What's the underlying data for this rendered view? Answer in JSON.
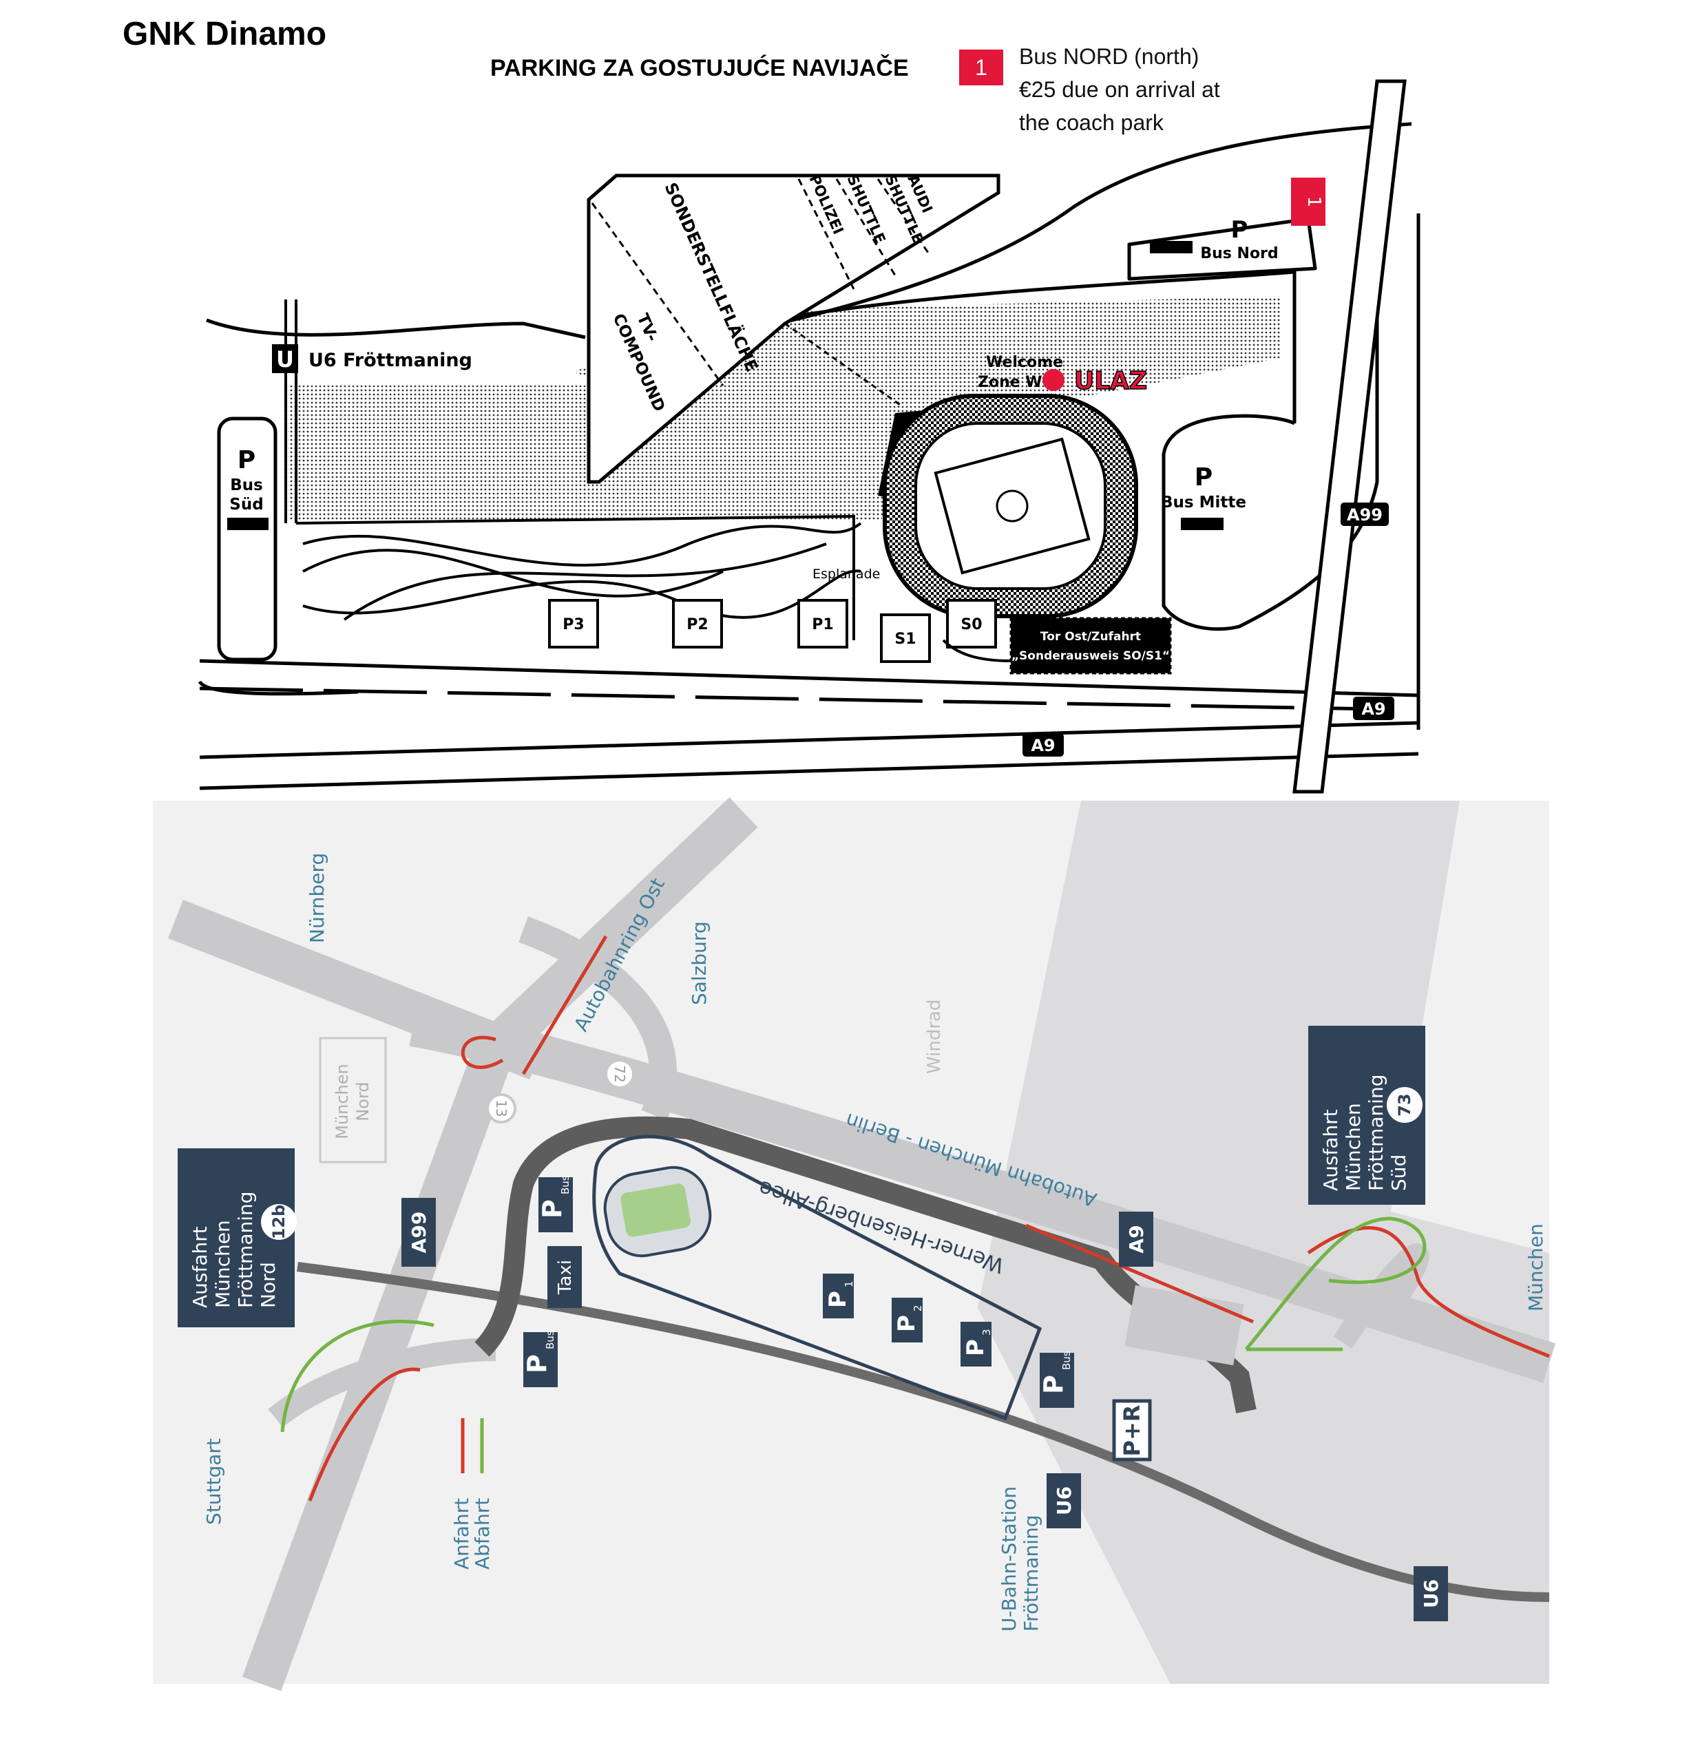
{
  "header": {
    "title": "GNK Dinamo",
    "parking_heading": "PARKING ZA GOSTUJUĆE NAVIJAČE",
    "legend_number": "1",
    "legend_line1": "Bus NORD (north)",
    "legend_line2": "€25 due on arrival at",
    "legend_line3": "the coach park"
  },
  "top_map": {
    "u6_marker": "U",
    "u6_label": "U6 Fröttmaning",
    "bus_sud_p": "P",
    "bus_sud_label1": "Bus",
    "bus_sud_label2": "Süd",
    "bus_nord_p": "P",
    "bus_nord_label": "Bus Nord",
    "bus_nord_marker": "1",
    "bus_mitte_p": "P",
    "bus_mitte_label": "Bus Mitte",
    "sonderstellflaeche": "SONDERSTELLFLÄCHE",
    "tv_compound1": "TV-",
    "tv_compound2": "COMPOUND",
    "polizei": "POLIZEI",
    "shuttle": "SHUTTLE",
    "audi_shuttle1": "AUDI",
    "audi_shuttle2": "SHUTTLE",
    "welcome1": "Welcome",
    "welcome2": "Zone W",
    "ulaz": "ULAZ",
    "esplanade": "Esplanade",
    "parking_p3": "P3",
    "parking_p2": "P2",
    "parking_p1": "P1",
    "parking_s1": "S1",
    "parking_s0": "S0",
    "tor_ost1": "Tor Ost/Zufahrt",
    "tor_ost2": "„Sonderausweis SO/S1“",
    "road_a99": "A99",
    "road_a9_right": "A9",
    "road_a9_bottom": "A9"
  },
  "bottom_map": {
    "nurnberg": "Nürnberg",
    "autobahnring_ost": "Autobahnring Ost",
    "salzburg": "Salzburg",
    "windrad": "Windrad",
    "munchen_nord1": "München",
    "munchen_nord2": "Nord",
    "exit_13": "13",
    "exit_72": "72",
    "ausfahrt_nord": [
      "Ausfahrt",
      "München",
      "Fröttmaning",
      "Nord"
    ],
    "exit_12b": "12b",
    "ausfahrt_sud": [
      "Ausfahrt",
      "München",
      "Fröttmaning",
      "Süd"
    ],
    "exit_73": "73",
    "autobahn_label": "Autobahn München - Berlin",
    "werner_label": "Werner-Heisenberg-Allee",
    "a99": "A99",
    "a9": "A9",
    "taxi": "Taxi",
    "p": "P",
    "bus_sub": "Bus",
    "p1_sub": "1",
    "p2_sub": "2",
    "p3_sub": "3",
    "p_and_r": "P+R",
    "u6_a": "U6",
    "u6_b": "U6",
    "ubahn_station1": "U-Bahn-Station",
    "ubahn_station2": "Fröttmaning",
    "stuttgart": "Stuttgart",
    "munchen": "München",
    "anfahrt": "Anfahrt",
    "abfahrt": "Abfahrt",
    "colors": {
      "panel_bg": "#f1f1f2",
      "road": "#c9c9cb",
      "road_dark": "#6b6b6b",
      "label_blue": "#3e7e9c",
      "sign_bg": "#2f4258",
      "arrow_red": "#d23a2a",
      "arrow_green": "#72b544",
      "pitch": "#a6cf8c"
    }
  }
}
